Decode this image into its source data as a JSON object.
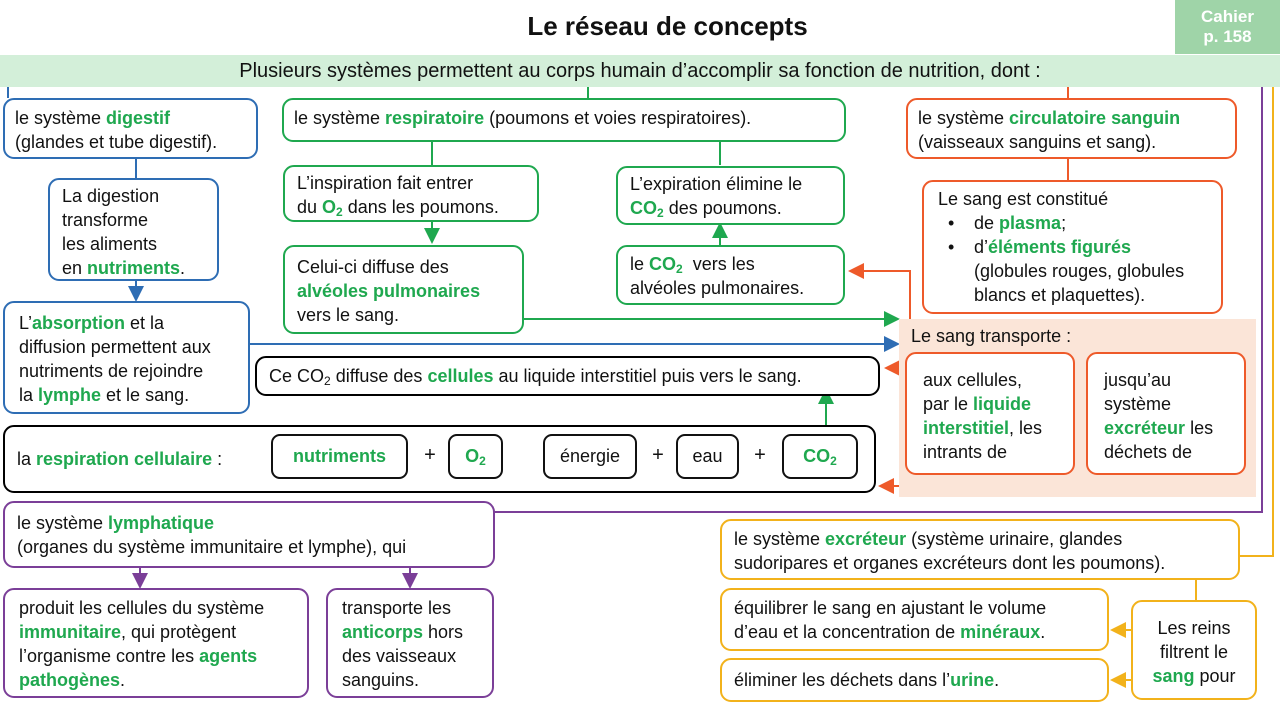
{
  "title": "Le réseau de concepts",
  "cahier": {
    "line1": "Cahier",
    "line2": "p. 158"
  },
  "intro": "Plusieurs systèmes permettent au corps humain d’accomplir sa fonction de nutrition, dont :",
  "digestif": {
    "system": {
      "pre": "le système ",
      "key": "digestif",
      "post": "(glandes et tube digestif)."
    },
    "digestion": {
      "l1": "La digestion",
      "l2": "transforme",
      "l3": "les aliments",
      "pre": "en ",
      "key": "nutriments",
      "post": "."
    },
    "absorption": {
      "pre": "L’",
      "key": "absorption",
      "l1rest": " et la",
      "l2": "diffusion permettent aux",
      "l3": "nutriments de rejoindre",
      "pre4": "la ",
      "key2": "lymphe",
      "post4": " et le sang."
    }
  },
  "respiratoire": {
    "system": {
      "pre": "le système ",
      "key": "respiratoire",
      "post": " (poumons et voies respiratoires)."
    },
    "inspiration": {
      "l1": "L’inspiration fait entrer",
      "pre": "du ",
      "key": "O",
      "keysub": "2",
      "post": " dans les poumons."
    },
    "diffuse": {
      "l1": "Celui-ci diffuse des",
      "key": "alvéoles pulmonaires",
      "l3": "vers le sang."
    },
    "expiration": {
      "l1": "L’expiration élimine le",
      "key": "CO",
      "keysub": "2",
      "post": " des poumons."
    },
    "co2": {
      "pre": "le ",
      "key": "CO",
      "keysub": "2",
      "post": "  vers les",
      "l2": "alvéoles pulmonaires."
    }
  },
  "circulatoire": {
    "system": {
      "pre": "le système ",
      "key": "circulatoire sanguin",
      "post": "(vaisseaux sanguins et sang)."
    },
    "sang": {
      "l1": "Le sang est constitué",
      "b1pre": "de ",
      "b1key": "plasma",
      "b1post": ";",
      "b2pre": "d’",
      "b2key": "éléments figurés",
      "b2l2": "(globules rouges, globules",
      "b2l3": "blancs et plaquettes).",
      "bullet": "•"
    },
    "transport": {
      "title": "Le sang transporte :",
      "left": {
        "l1": "aux cellules,",
        "pre": "par le ",
        "key1": "liquide",
        "key2": "interstitiel",
        "post": ", les",
        "l4": "intrants de"
      },
      "right": {
        "l1": "jusqu’au",
        "l2": "système",
        "key": "excréteur",
        "post": " les",
        "l4": "déchets de"
      }
    }
  },
  "cellulaire": {
    "co2_line": {
      "pre": "Ce CO",
      "sub": "2",
      "mid": " diffuse des ",
      "key": "cellules",
      "post": " au liquide interstitiel puis vers le sang."
    },
    "resp": {
      "pre": "la ",
      "key": "respiration cellulaire",
      "post": " :"
    },
    "equation": {
      "nutriments": "nutriments",
      "plus1": "+",
      "o2": "O",
      "o2sub": "2",
      "energie": "énergie",
      "plus2": "+",
      "eau": "eau",
      "plus3": "+",
      "co2": "CO",
      "co2sub": "2"
    }
  },
  "lymphatique": {
    "system": {
      "pre": "le système ",
      "key": "lymphatique",
      "post": "(organes du système immunitaire et lymphe), qui"
    },
    "produit": {
      "l1": "produit les cellules du système",
      "key": "immunitaire",
      "l2rest": ", qui protègent",
      "l3pre": "l’organisme contre les ",
      "key2": "agents",
      "key3": "pathogènes",
      "post": "."
    },
    "transporte": {
      "l1": "transporte les",
      "key": "anticorps",
      "l2rest": " hors",
      "l3": "des vaisseaux",
      "l4": "sanguins."
    }
  },
  "excreteur": {
    "system": {
      "pre": "le système ",
      "key": "excréteur",
      "l1rest": " (système urinaire, glandes",
      "l2": "sudoripares et organes excréteurs dont les poumons)."
    },
    "equilibrer": {
      "l1": "équilibrer le sang en ajustant le volume",
      "pre": "d’eau et la concentration de ",
      "key": "minéraux",
      "post": "."
    },
    "eliminer": {
      "pre": "éliminer les déchets dans l’",
      "key": "urine",
      "post": "."
    },
    "reins": {
      "l1": "Les reins",
      "l2": "filtrent le",
      "key": "sang",
      "post": " pour"
    }
  },
  "colors": {
    "blue": "#2e6db4",
    "green": "#1fa84f",
    "orange": "#ee5a2a",
    "purple": "#7b3f98",
    "yellow": "#f2b21b",
    "black": "#000000"
  }
}
